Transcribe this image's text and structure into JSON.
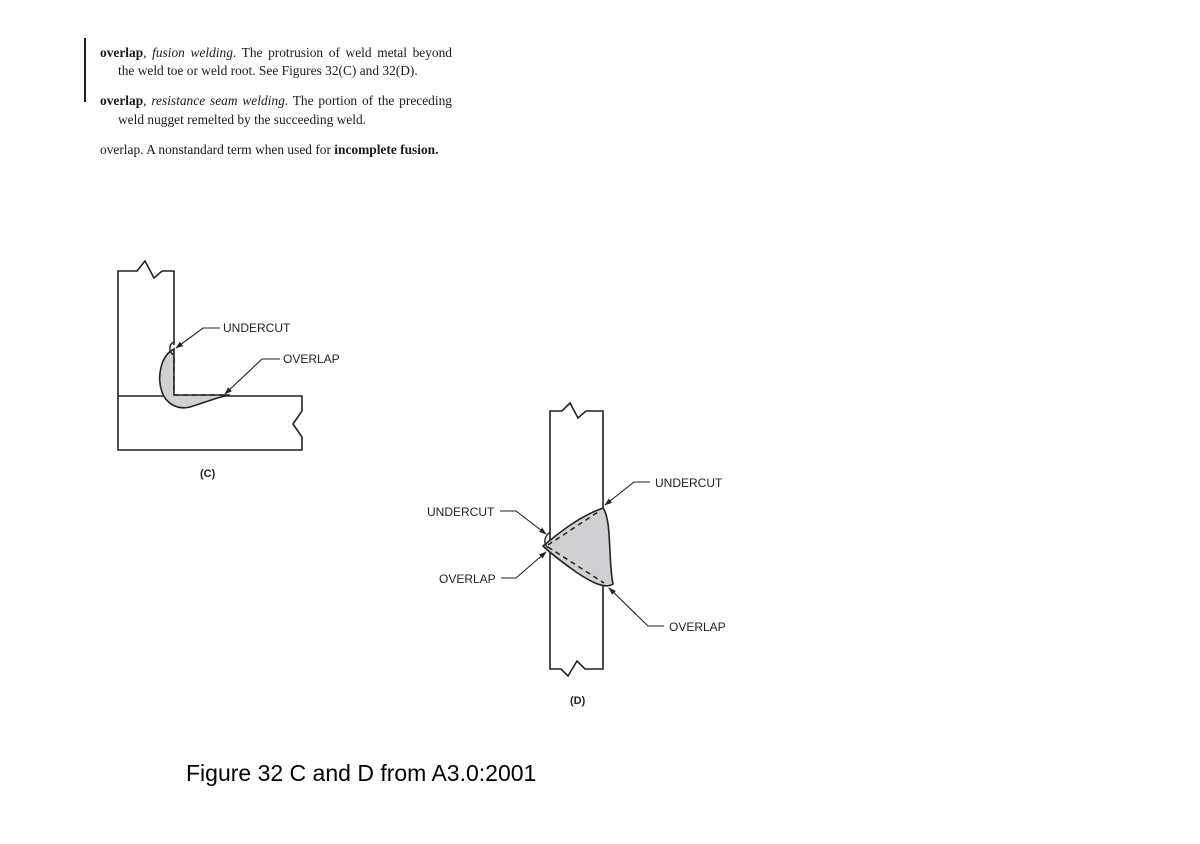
{
  "definitions": [
    {
      "term": "overlap",
      "qualifier": "fusion welding",
      "text": "The protrusion of weld metal beyond the weld toe or weld root. See Figures 32(C) and 32(D)."
    },
    {
      "term": "overlap",
      "qualifier": "resistance seam welding",
      "text": "The portion of the preceding weld nugget remelted by the succeeding weld."
    },
    {
      "term_plain": "overlap.",
      "text": "A nonstandard term when used for",
      "ref": "incomplete fusion",
      "end": "."
    }
  ],
  "figure_c": {
    "label_undercut": "UNDERCUT",
    "label_overlap": "OVERLAP",
    "caption": "(C)"
  },
  "figure_d": {
    "label_undercut_right": "UNDERCUT",
    "label_undercut_left": "UNDERCUT",
    "label_overlap_left": "OVERLAP",
    "label_overlap_right": "OVERLAP",
    "caption": "(D)"
  },
  "figure_caption": "Figure 32 C and D from A3.0:2001",
  "colors": {
    "weld_fill": "#d0d0d2",
    "line": "#222222"
  }
}
